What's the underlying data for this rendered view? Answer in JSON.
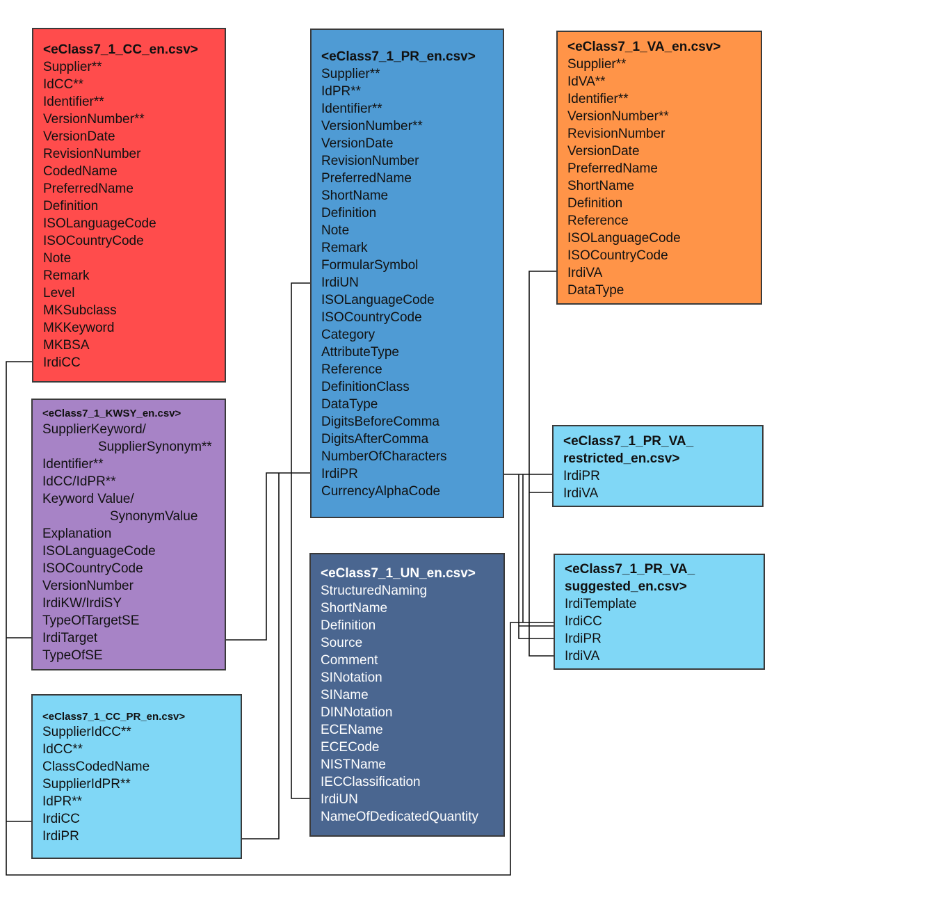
{
  "colors": {
    "cc": "#ff4c4c",
    "pr": "#4f9bd4",
    "va": "#ff9448",
    "kwsy": "#a783c6",
    "light_blue": "#80d7f6",
    "un": "#4a6690"
  },
  "tables": {
    "cc": {
      "title": "<eClass7_1_CC_en.csv>",
      "fields": [
        "Supplier**",
        "IdCC**",
        "Identifier**",
        "VersionNumber**",
        "VersionDate",
        "RevisionNumber",
        "CodedName",
        "PreferredName",
        "Definition",
        "ISOLanguageCode",
        "ISOCountryCode",
        "Note",
        "Remark",
        "Level",
        "MKSubclass",
        "MKKeyword",
        "MKBSA",
        "IrdiCC"
      ]
    },
    "pr": {
      "title": "<eClass7_1_PR_en.csv>",
      "fields": [
        "Supplier**",
        "IdPR**",
        "Identifier**",
        "VersionNumber**",
        "VersionDate",
        "RevisionNumber",
        "PreferredName",
        "ShortName",
        "Definition",
        "Note",
        "Remark",
        "FormularSymbol",
        "IrdiUN",
        "ISOLanguageCode",
        "ISOCountryCode",
        "Category",
        "AttributeType",
        "Reference",
        "DefinitionClass",
        "DataType",
        "DigitsBeforeComma",
        "DigitsAfterComma",
        "NumberOfCharacters",
        "IrdiPR",
        "CurrencyAlphaCode"
      ]
    },
    "va": {
      "title": "<eClass7_1_VA_en.csv>",
      "fields": [
        "Supplier**",
        "IdVA**",
        "Identifier**",
        "VersionNumber**",
        "RevisionNumber",
        "VersionDate",
        "PreferredName",
        "ShortName",
        "Definition",
        "Reference",
        "ISOLanguageCode",
        "ISOCountryCode",
        "IrdiVA",
        "DataType"
      ]
    },
    "kwsy": {
      "title": "<eClass7_1_KWSY_en.csv>",
      "fields": [
        "SupplierKeyword/",
        "SupplierSynonym**",
        "Identifier**",
        "IdCC/IdPR**",
        "Keyword Value/",
        "SynonymValue",
        "Explanation",
        "ISOLanguageCode",
        "ISOCountryCode",
        "VersionNumber",
        "IrdiKW/IrdiSY",
        "TypeOfTargetSE",
        "IrdiTarget",
        "TypeOfSE"
      ]
    },
    "cc_pr": {
      "title": "<eClass7_1_CC_PR_en.csv>",
      "fields": [
        "SupplierIdCC**",
        "IdCC**",
        "ClassCodedName",
        "SupplierIdPR**",
        "IdPR**",
        "IrdiCC",
        "IrdiPR"
      ]
    },
    "un": {
      "title": "<eClass7_1_UN_en.csv>",
      "fields": [
        "StructuredNaming",
        "ShortName",
        "Definition",
        "Source",
        "Comment",
        "SINotation",
        "SIName",
        "DINNotation",
        "ECEName",
        "ECECode",
        "NISTName",
        "IECClassification",
        "IrdiUN",
        "NameOfDedicatedQuantity"
      ]
    },
    "pr_va_restricted": {
      "title_lines": [
        "<eClass7_1_PR_VA_",
        "restricted_en.csv>"
      ],
      "fields": [
        "IrdiPR",
        "IrdiVA"
      ]
    },
    "pr_va_suggested": {
      "title_lines": [
        "<eClass7_1_PR_VA_",
        "suggested_en.csv>"
      ],
      "fields": [
        "IrdiTemplate",
        "IrdiCC",
        "IrdiPR",
        "IrdiVA"
      ]
    }
  }
}
